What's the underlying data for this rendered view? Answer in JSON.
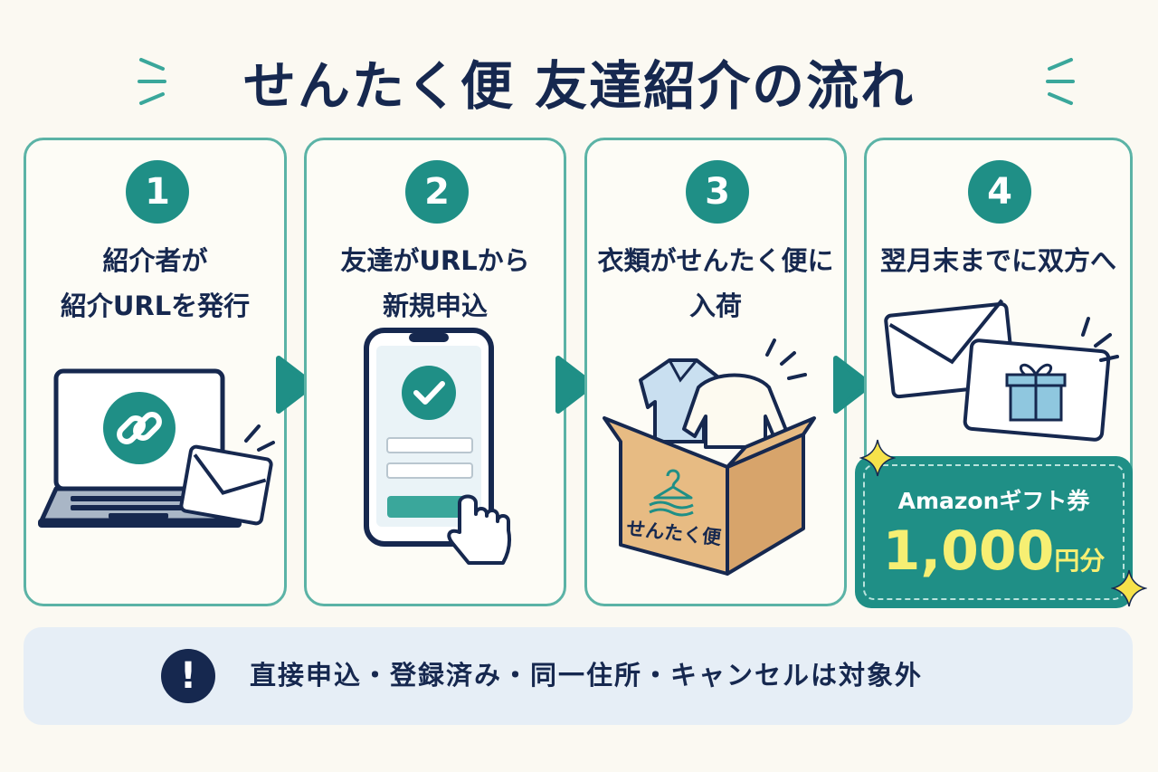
{
  "title": "せんたく便 友達紹介の流れ",
  "steps": [
    {
      "number": "1",
      "line1": "紹介者が",
      "line2": "紹介URLを発行"
    },
    {
      "number": "2",
      "line1": "友達がURLから",
      "line2": "新規申込"
    },
    {
      "number": "3",
      "line1": "衣類がせんたく便に",
      "line2": "入荷"
    },
    {
      "number": "4",
      "line1": "翌月末までに双方へ",
      "line2": ""
    }
  ],
  "box_label": "せんたく便",
  "coupon": {
    "label": "Amazonギフト券",
    "amount": "1,000",
    "unit": "円分"
  },
  "note": {
    "icon": "!",
    "text": "直接申込・登録済み・同一住所・キャンセルは対象外"
  },
  "colors": {
    "teal": "#1f8f86",
    "navy": "#16284f",
    "yellow": "#f6ef73",
    "border": "#5bb3a6",
    "note_bg": "#e6eef6"
  },
  "icons": [
    "chain-link-icon",
    "envelope-icon",
    "check-icon",
    "pointing-hand-icon",
    "hanger-icon",
    "gift-icon",
    "sparkle-icon"
  ]
}
